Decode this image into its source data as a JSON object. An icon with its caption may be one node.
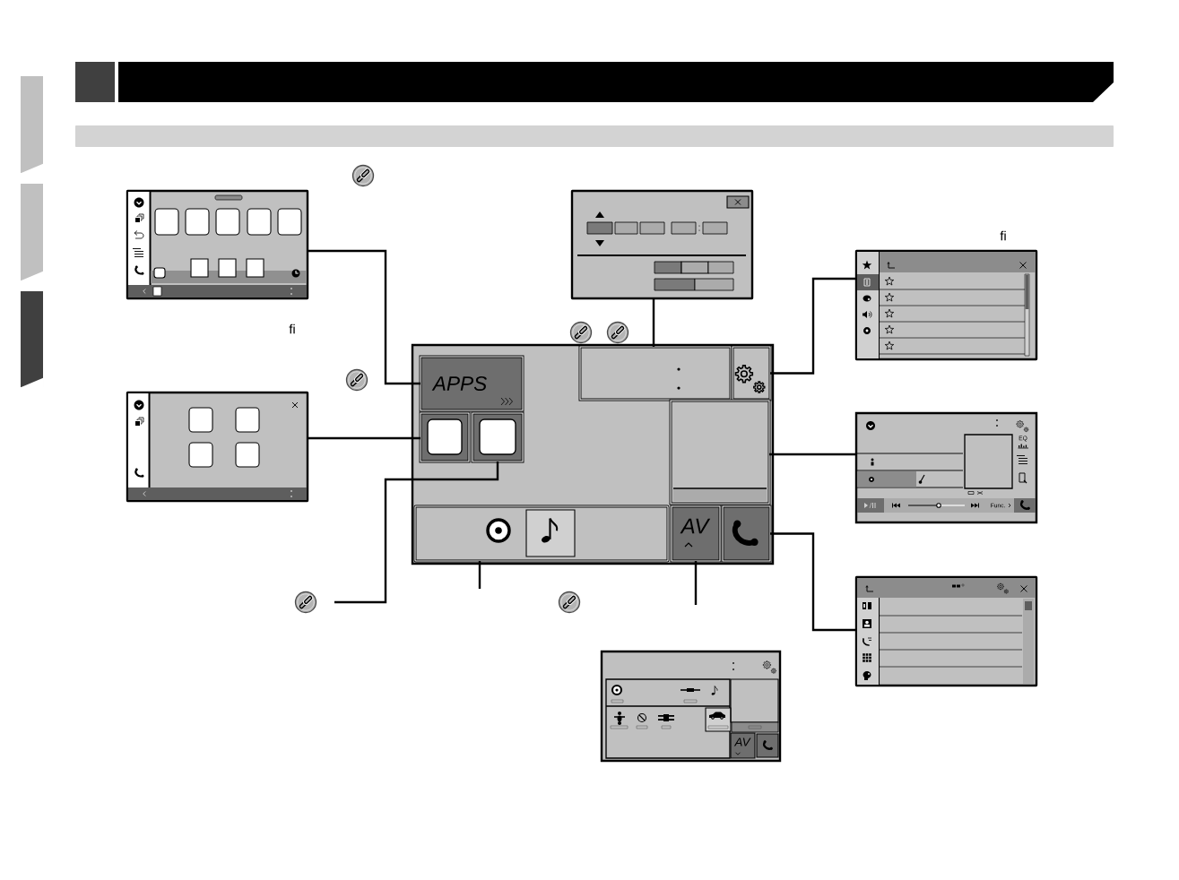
{
  "diagram": {
    "nodes": [
      {
        "text": [],
        "shape": "box"
      },
      {
        "text": [],
        "shape": "box"
      },
      {
        "text": [],
        "shape": "box"
      },
      {
        "text": [],
        "shape": "bar"
      },
      {
        "text": [],
        "shape": "picture"
      },
      {
        "text": [],
        "shape": "picture"
      },
      {
        "text": [],
        "shape": "picture",
        "beside": [
          "fi"
        ]
      },
      {
        "text": [],
        "shape": "box"
      },
      {
        "text": [
          "APPS"
        ],
        "in": 7
      },
      {
        "text": [],
        "shape": "box",
        "in": 7
      },
      {
        "text": [],
        "shape": "box",
        "in": 7
      },
      {
        "text": [],
        "shape": "box",
        "in": 7
      },
      {
        "text": [],
        "shape": "box",
        "in": 7
      },
      {
        "text": [],
        "shape": "box",
        "in": 7
      },
      {
        "text": [],
        "shape": "bar",
        "in": 7
      },
      {
        "text": [
          "AV"
        ],
        "in": 7
      },
      {
        "text": [],
        "shape": "box",
        "in": 7
      },
      {
        "text": [],
        "shape": "picture"
      },
      {
        "text": [
          "EQ",
          "Func."
        ]
      },
      {
        "text": [],
        "shape": "picture"
      },
      {
        "text": [
          "AV"
        ]
      }
    ],
    "edges": [
      {
        "from": 4,
        "to": 8,
        "arrow": "none"
      },
      {
        "from": 17,
        "to": 11,
        "arrow": "none"
      },
      {
        "from": 12,
        "to": null,
        "arrow": "none"
      },
      {
        "from": 5,
        "to": 9,
        "arrow": "none"
      },
      {
        "from": 10,
        "to": 6,
        "arrow": "none"
      },
      {
        "from": 13,
        "to": 18,
        "arrow": "none"
      },
      {
        "from": 16,
        "to": 19,
        "arrow": "none"
      },
      {
        "from": 14,
        "to": null,
        "arrow": "none"
      },
      {
        "from": 15,
        "to": null,
        "arrow": "none"
      }
    ],
    "labels": [
      "fi"
    ]
  }
}
